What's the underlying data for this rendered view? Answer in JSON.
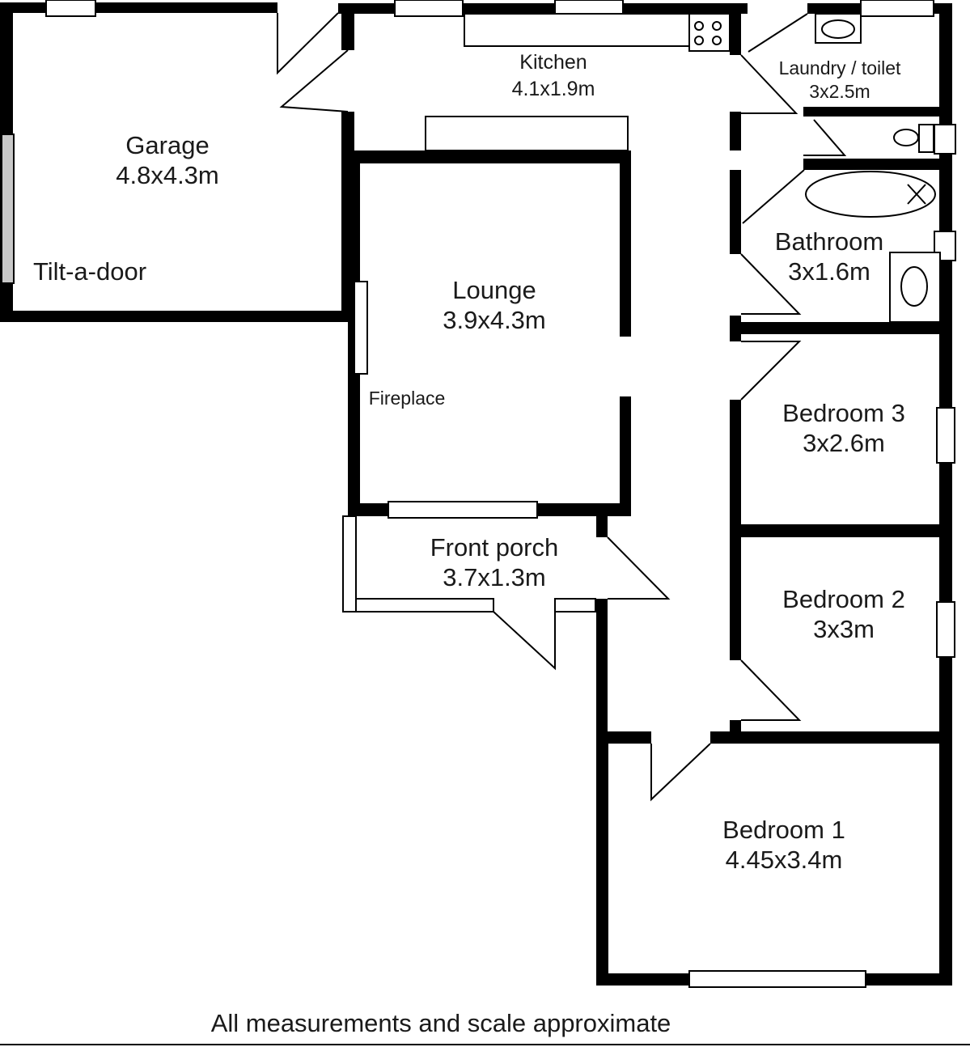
{
  "rooms": {
    "garage": {
      "name": "Garage",
      "size": "4.8x4.3m"
    },
    "kitchen": {
      "name": "Kitchen",
      "size": "4.1x1.9m"
    },
    "laundry": {
      "name": "Laundry / toilet",
      "size": "3x2.5m"
    },
    "lounge": {
      "name": "Lounge",
      "size": "3.9x4.3m"
    },
    "bathroom": {
      "name": "Bathroom",
      "size": "3x1.6m"
    },
    "bedroom3": {
      "name": "Bedroom 3",
      "size": "3x2.6m"
    },
    "porch": {
      "name": "Front porch",
      "size": "3.7x1.3m"
    },
    "bedroom2": {
      "name": "Bedroom 2",
      "size": "3x3m"
    },
    "bedroom1": {
      "name": "Bedroom 1",
      "size": "4.45x3.4m"
    }
  },
  "labels": {
    "tilt_door": "Tilt-a-door",
    "fireplace": "Fireplace"
  },
  "footer": {
    "note": "All measurements and scale approximate"
  },
  "colors": {
    "wall": "#000000",
    "window": "#ffffff",
    "tilt_door": "#c8c8c8"
  }
}
